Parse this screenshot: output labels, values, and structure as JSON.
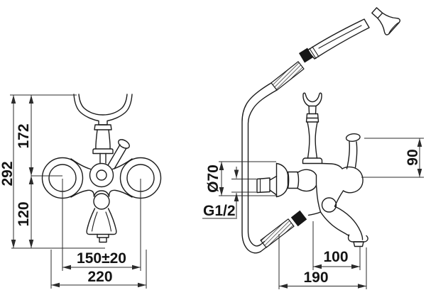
{
  "drawing": {
    "front_view": {
      "height_top": "172",
      "height_total": "292",
      "height_bottom": "120",
      "centers_distance": "150±20",
      "overall_width": "220"
    },
    "side_view": {
      "escutcheon_diameter": "Ø70",
      "connection_thread": "G1/2",
      "handle_height": "90",
      "spout_reach": "100",
      "overall_depth": "190"
    },
    "colors": {
      "line": "#1c1c1c",
      "background": "#ffffff"
    }
  }
}
